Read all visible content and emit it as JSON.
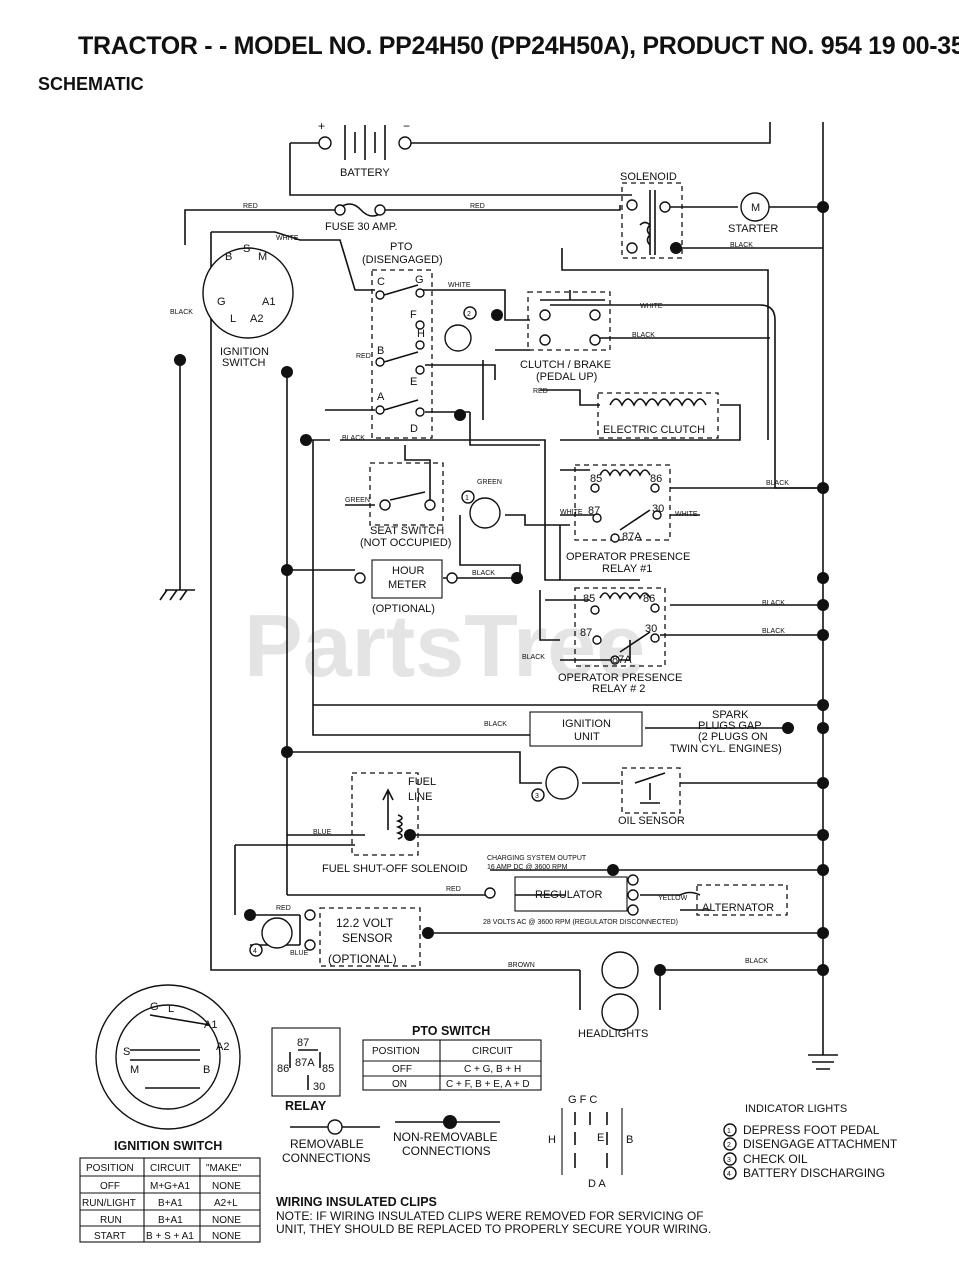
{
  "title": "TRACTOR - - MODEL NO. PP24H50 (PP24H50A), PRODUCT NO. 954 19 00-35",
  "subtitle": "SCHEMATIC",
  "watermark": "PartsTree",
  "components": {
    "battery": "BATTERY",
    "battery_plus": "+",
    "battery_minus": "−",
    "solenoid": "SOLENOID",
    "starter": "STARTER",
    "starter_m": "M",
    "fuse": "FUSE 30 AMP.",
    "pto": "PTO",
    "pto_state": "(DISENGAGED)",
    "ignition_switch": "IGNITION",
    "ignition_switch_2": "SWITCH",
    "clutch_brake": "CLUTCH / BRAKE",
    "clutch_brake_2": "(PEDAL UP)",
    "electric_clutch": "ELECTRIC CLUTCH",
    "seat_switch": "SEAT SWITCH",
    "seat_switch_2": "(NOT OCCUPIED)",
    "hour_meter": "HOUR",
    "hour_meter_2": "METER",
    "hour_meter_opt": "(OPTIONAL)",
    "relay1": "OPERATOR PRESENCE",
    "relay1_2": "RELAY #1",
    "relay2": "OPERATOR PRESENCE",
    "relay2_2": "RELAY # 2",
    "ignition_unit": "IGNITION",
    "ignition_unit_2": "UNIT",
    "spark": "SPARK",
    "spark_2": "PLUGS GAP",
    "spark_3": "(2 PLUGS ON",
    "spark_4": "TWIN CYL. ENGINES)",
    "oil_sensor": "OIL SENSOR",
    "fuel_line": "FUEL",
    "fuel_line_2": "LINE",
    "fuel_solenoid": "FUEL SHUT-OFF SOLENOID",
    "charging": "CHARGING SYSTEM OUTPUT",
    "charging_2": "16 AMP DC @ 3600 RPM",
    "regulator": "REGULATOR",
    "alternator": "ALTERNATOR",
    "ac_note": "28 VOLTS AC @ 3600 RPM (REGULATOR DISCONNECTED)",
    "volt_sensor": "12.2 VOLT",
    "volt_sensor_2": "SENSOR",
    "volt_sensor_opt": "(OPTIONAL)",
    "headlights": "HEADLIGHTS"
  },
  "terminals": {
    "ign": [
      "B",
      "S",
      "M",
      "G",
      "A1",
      "L",
      "A2"
    ],
    "pto": [
      "C",
      "G",
      "F",
      "H",
      "B",
      "E",
      "A",
      "D"
    ],
    "relay1": [
      "85",
      "86",
      "87",
      "30",
      "87A"
    ],
    "relay2": [
      "85",
      "86",
      "87",
      "30",
      "87A"
    ],
    "circles": [
      "1",
      "2",
      "3",
      "4"
    ]
  },
  "wires": {
    "red": "RED",
    "white": "WHITE",
    "black": "BLACK",
    "green": "GREEN",
    "blue": "BLUE",
    "yellow": "YELLOW",
    "brown": "BROWN"
  },
  "relay_legend": {
    "title": "RELAY",
    "pins": [
      "87",
      "87A",
      "86",
      "85",
      "30"
    ]
  },
  "pto_switch_table": {
    "title": "PTO SWITCH",
    "headers": [
      "POSITION",
      "CIRCUIT"
    ],
    "rows": [
      [
        "OFF",
        "C + G, B + H"
      ],
      [
        "ON",
        "C + F, B + E, A + D"
      ]
    ]
  },
  "ignition_table": {
    "title": "IGNITION SWITCH",
    "headers": [
      "POSITION",
      "CIRCUIT",
      "\"MAKE\""
    ],
    "rows": [
      [
        "OFF",
        "M+G+A1",
        "NONE"
      ],
      [
        "RUN/LIGHT",
        "B+A1",
        "A2+L"
      ],
      [
        "RUN",
        "B+A1",
        "NONE"
      ],
      [
        "START",
        "B + S + A1",
        "NONE"
      ]
    ]
  },
  "ignition_face": [
    "G",
    "L",
    "A1",
    "A2",
    "S",
    "M",
    "B"
  ],
  "connections": {
    "removable": "REMOVABLE",
    "removable_2": "CONNECTIONS",
    "non_removable": "NON-REMOVABLE",
    "non_removable_2": "CONNECTIONS"
  },
  "pto_plug": {
    "top": "G F C",
    "left": "H",
    "right": "B",
    "center": "E",
    "bottom": "D A"
  },
  "indicator_lights": {
    "title": "INDICATOR LIGHTS",
    "items": [
      {
        "num": "1",
        "text": "DEPRESS FOOT PEDAL"
      },
      {
        "num": "2",
        "text": "DISENGAGE ATTACHMENT"
      },
      {
        "num": "3",
        "text": "CHECK OIL"
      },
      {
        "num": "4",
        "text": "BATTERY DISCHARGING"
      }
    ]
  },
  "note": {
    "title": "WIRING INSULATED CLIPS",
    "line1": "NOTE: IF WIRING INSULATED CLIPS WERE REMOVED FOR SERVICING OF",
    "line2": "UNIT, THEY SHOULD BE REPLACED TO PROPERLY SECURE YOUR WIRING."
  }
}
